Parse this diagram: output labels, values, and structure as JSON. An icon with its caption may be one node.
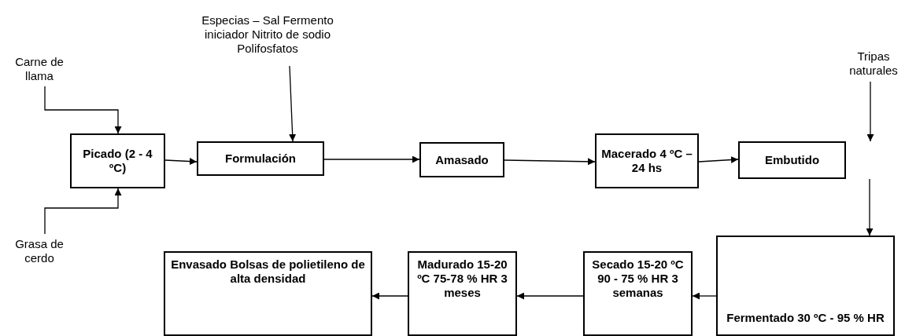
{
  "diagram": {
    "nodes": [
      {
        "text": [
          "Carne de llama"
        ]
      },
      {
        "text": [
          "Grasa de cerdo"
        ]
      },
      {
        "text": [
          "Picado (2 - 4 ºC)"
        ]
      },
      {
        "text": [
          "Especias – Sal Fermento iniciador Nitrito de sodio Polifosfatos"
        ]
      },
      {
        "text": [
          "Formulación"
        ]
      },
      {
        "text": [
          "Amasado"
        ]
      },
      {
        "text": [
          "Macerado 4 ºC – 24 hs"
        ]
      },
      {
        "text": [
          "Tripas naturales"
        ]
      },
      {
        "text": [
          "Embutido"
        ]
      },
      {
        "text": [
          "Fermentado 30 ºC - 95 % HR"
        ]
      },
      {
        "text": [
          "Secado 15-20 ºC 90 - 75 % HR 3 semanas"
        ]
      },
      {
        "text": [
          "Madurado 15-20 ºC 75-78 % HR 3 meses"
        ]
      },
      {
        "text": [
          "Envasado Bolsas de polietileno de alta densidad"
        ]
      }
    ],
    "edges": [
      {
        "from": 0,
        "to": 2,
        "arrow": "to"
      },
      {
        "from": 1,
        "to": 2,
        "arrow": "to"
      },
      {
        "from": 2,
        "to": 4,
        "arrow": "to"
      },
      {
        "from": 3,
        "to": 4,
        "arrow": "to"
      },
      {
        "from": 4,
        "to": 5,
        "arrow": "to"
      },
      {
        "from": 5,
        "to": 6,
        "arrow": "to"
      },
      {
        "from": 6,
        "to": 8,
        "arrow": "to"
      },
      {
        "from": 7,
        "to": 8,
        "arrow": "to"
      },
      {
        "from": 8,
        "to": 9,
        "arrow": "to"
      },
      {
        "from": 9,
        "to": 10,
        "arrow": "to"
      },
      {
        "from": 10,
        "to": 11,
        "arrow": "to"
      },
      {
        "from": 11,
        "to": 12,
        "arrow": "to"
      }
    ]
  }
}
